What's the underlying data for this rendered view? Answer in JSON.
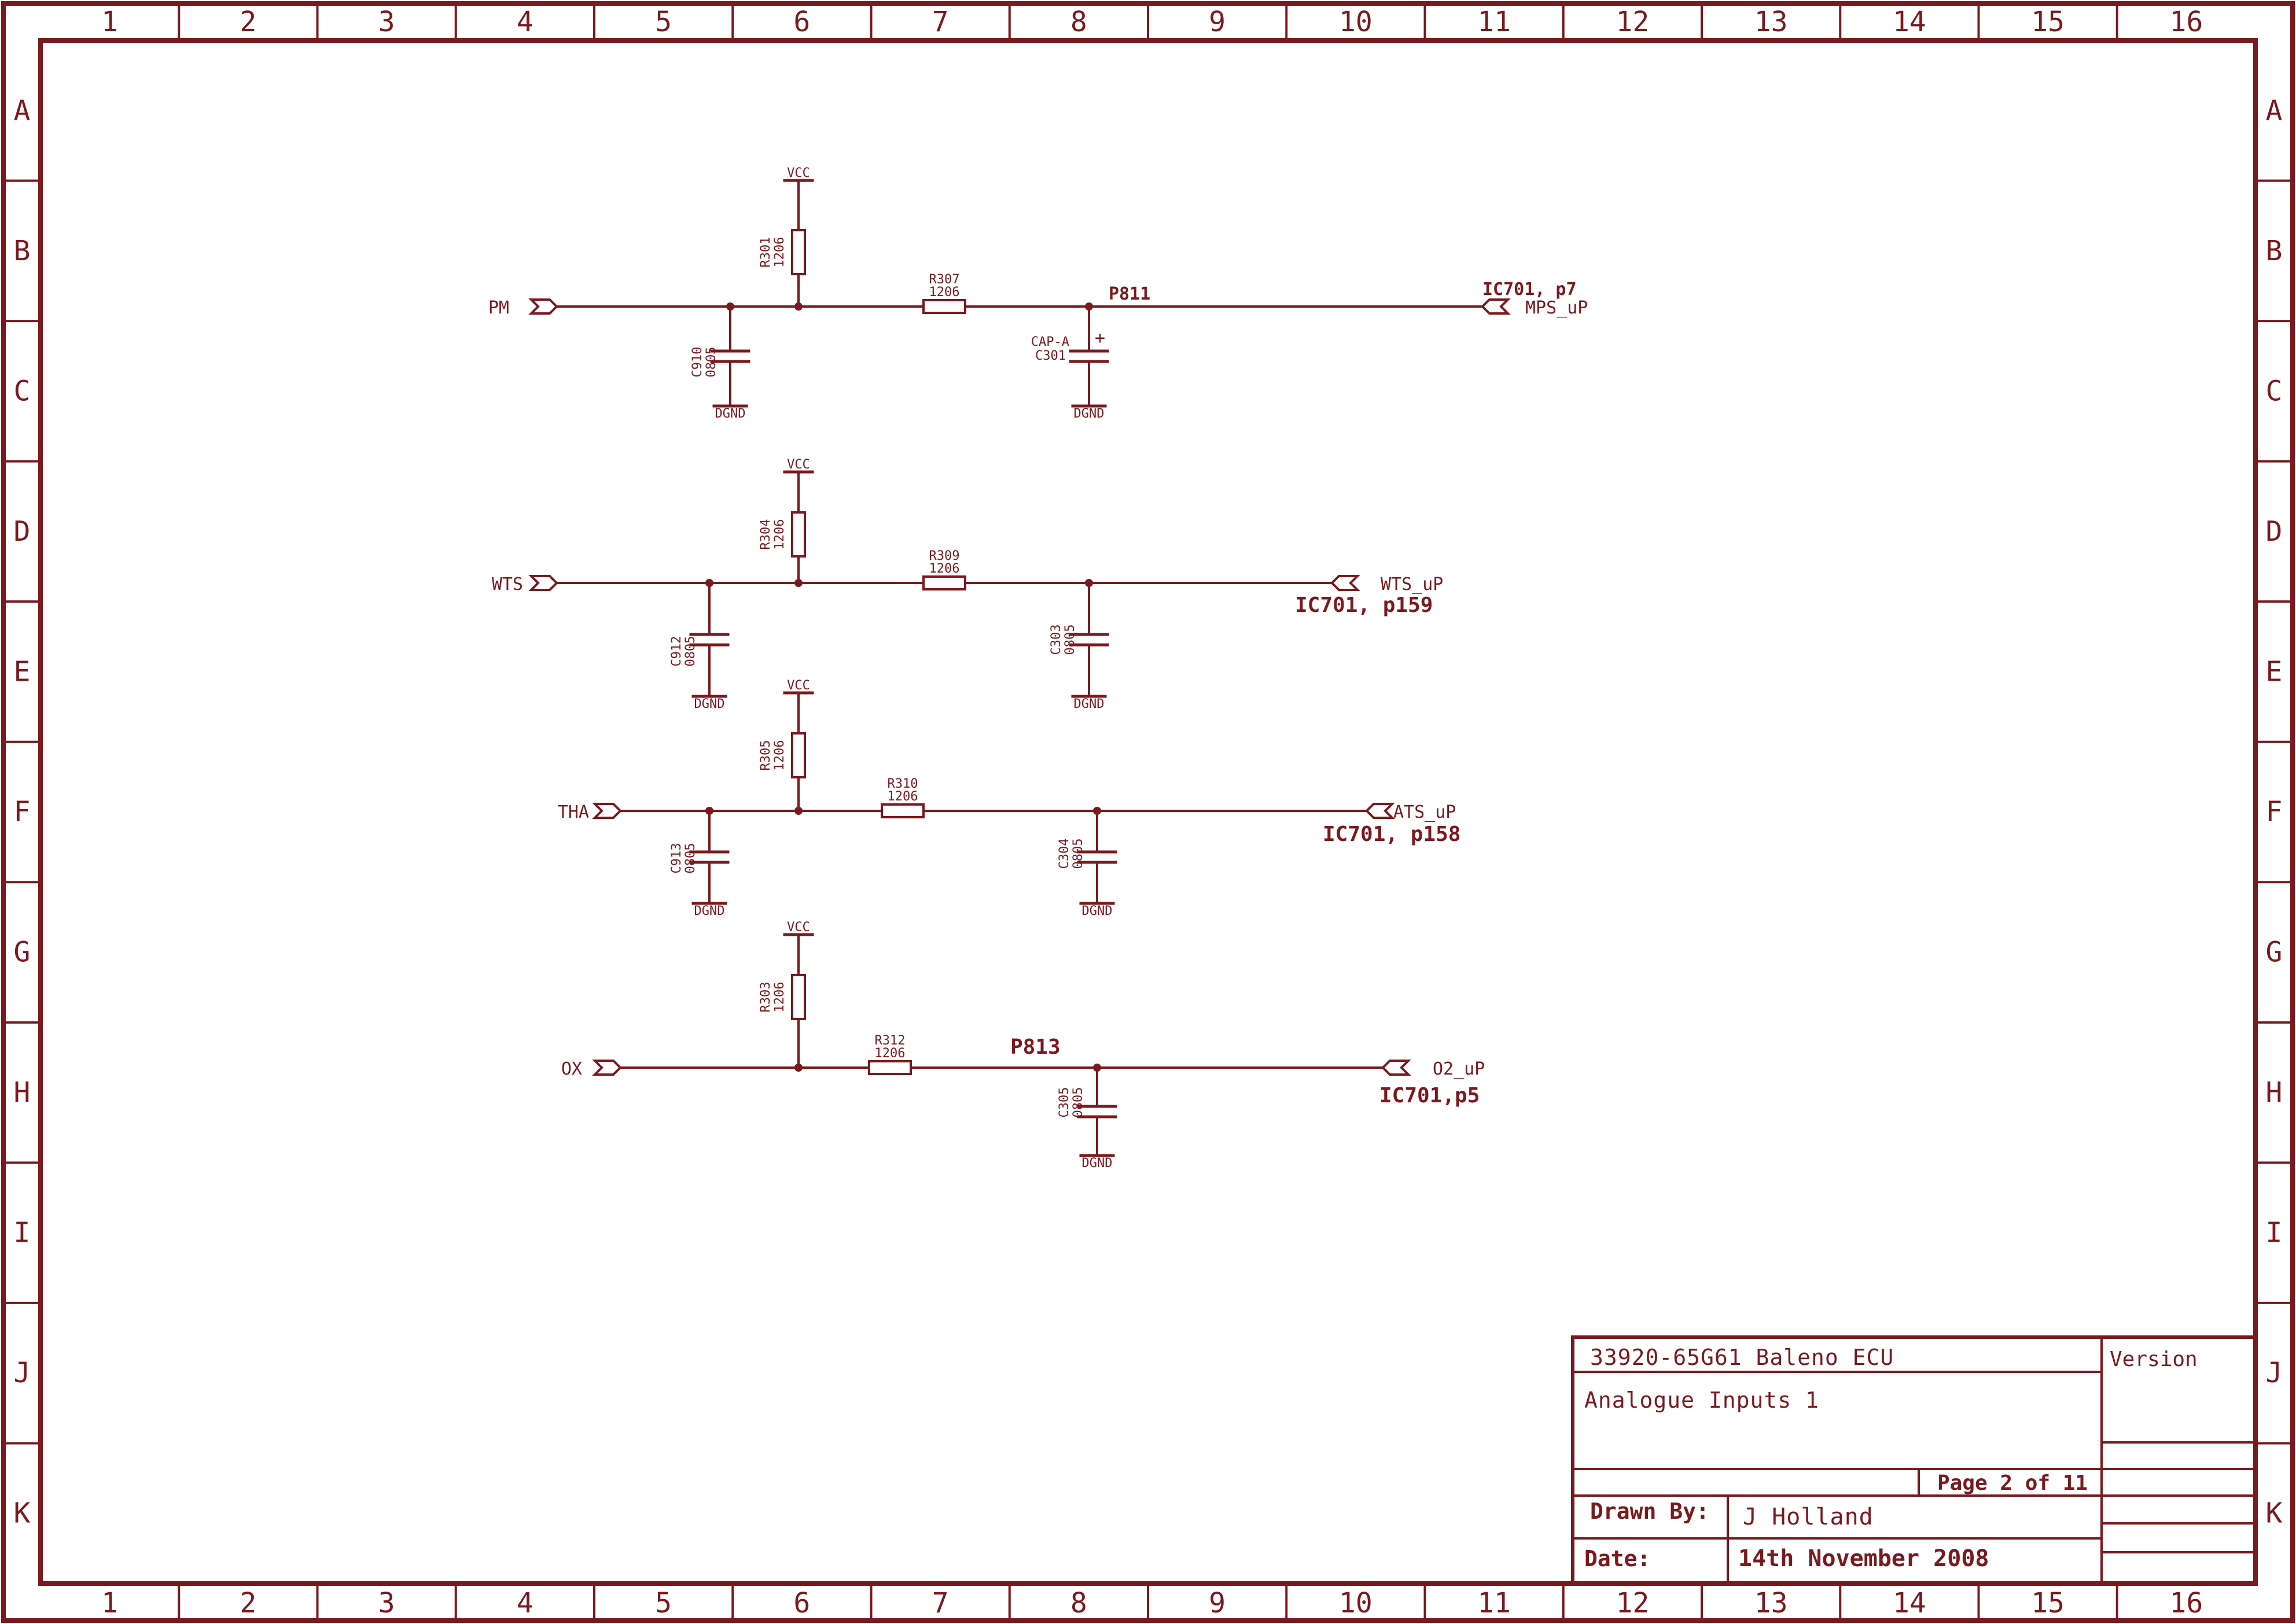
{
  "colors": {
    "ink": "#7a1a1e",
    "background": "#ffffff"
  },
  "border": {
    "columns": [
      "1",
      "2",
      "3",
      "4",
      "5",
      "6",
      "7",
      "8",
      "9",
      "10",
      "11",
      "12",
      "13",
      "14",
      "15",
      "16"
    ],
    "rows": [
      "A",
      "B",
      "C",
      "D",
      "E",
      "F",
      "G",
      "H",
      "I",
      "J",
      "K"
    ]
  },
  "circuits": [
    {
      "id": "pm",
      "input_port": "PM",
      "pullup_resistor": {
        "ref": "R301",
        "package": "1206"
      },
      "pullup_supply": "VCC",
      "input_capacitor": {
        "ref": "C910",
        "package": "0805"
      },
      "input_cap_ground": "DGND",
      "series_resistor": {
        "ref": "R307",
        "package": "1206"
      },
      "net_label": "P811",
      "output_capacitor": {
        "ref": "C301",
        "package": "CAP-A",
        "polarity": "+"
      },
      "output_cap_ground": "DGND",
      "output_port": "MPS_uP",
      "ic_pin_note": "IC701, p7"
    },
    {
      "id": "wts",
      "input_port": "WTS",
      "pullup_resistor": {
        "ref": "R304",
        "package": "1206"
      },
      "pullup_supply": "VCC",
      "input_capacitor": {
        "ref": "C912",
        "package": "0805"
      },
      "input_cap_ground": "DGND",
      "series_resistor": {
        "ref": "R309",
        "package": "1206"
      },
      "output_capacitor": {
        "ref": "C303",
        "package": "0805"
      },
      "output_cap_ground": "DGND",
      "output_port": "WTS_uP",
      "ic_pin_note": "IC701, p159"
    },
    {
      "id": "tha",
      "input_port": "THA",
      "pullup_resistor": {
        "ref": "R305",
        "package": "1206"
      },
      "pullup_supply": "VCC",
      "input_capacitor": {
        "ref": "C913",
        "package": "0805"
      },
      "input_cap_ground": "DGND",
      "series_resistor": {
        "ref": "R310",
        "package": "1206"
      },
      "output_capacitor": {
        "ref": "C304",
        "package": "0805"
      },
      "output_cap_ground": "DGND",
      "output_port": "ATS_uP",
      "ic_pin_note": "IC701, p158"
    },
    {
      "id": "ox",
      "input_port": "OX",
      "pullup_resistor": {
        "ref": "R303",
        "package": "1206"
      },
      "pullup_supply": "VCC",
      "series_resistor": {
        "ref": "R312",
        "package": "1206"
      },
      "net_label": "P813",
      "output_capacitor": {
        "ref": "C305",
        "package": "0805"
      },
      "output_cap_ground": "DGND",
      "output_port": "O2_uP",
      "ic_pin_note": "IC701,p5"
    }
  ],
  "title_block": {
    "project": "33920-65G61 Baleno ECU",
    "sheet_title": "Analogue Inputs 1",
    "version_label": "Version",
    "page": "Page 2 of 11",
    "drawn_by_label": "Drawn By:",
    "drawn_by": "J Holland",
    "date_label": "Date:",
    "date": "14th November 2008"
  }
}
